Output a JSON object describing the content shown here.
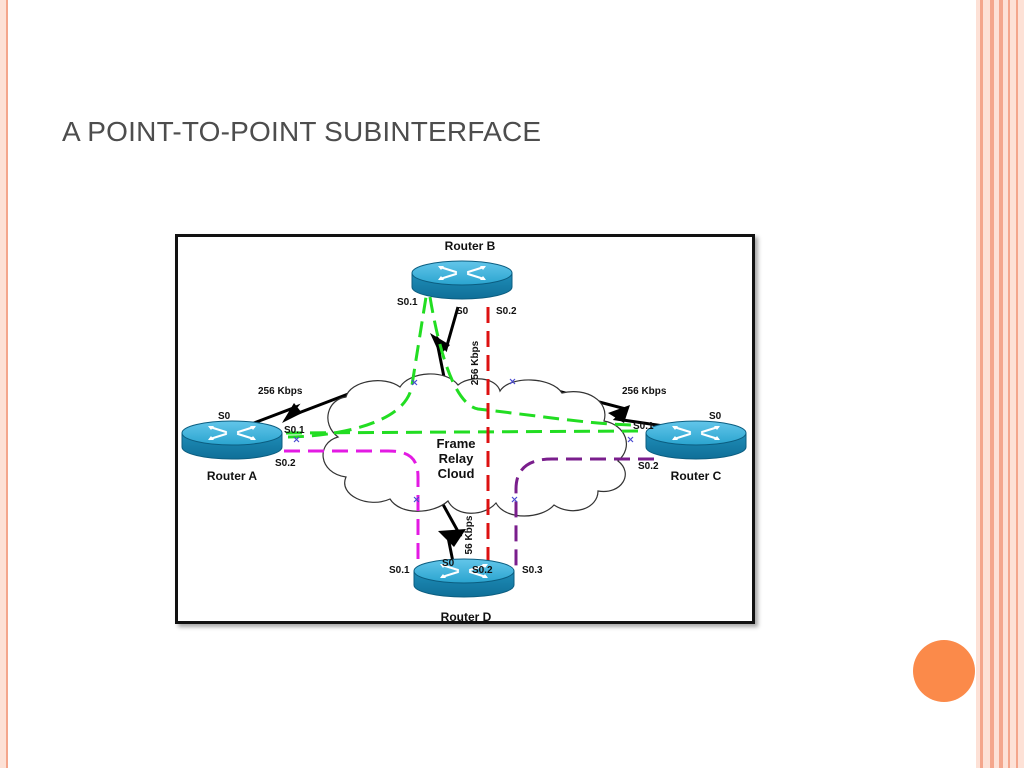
{
  "slide": {
    "title": "A POINT-TO-POINT SUBINTERFACE"
  },
  "colors": {
    "stripe_light": "#fde1d6",
    "stripe_mid": "#f9b8a3",
    "accent_circle": "#fb8a4a",
    "router_blue": "#2aa4cf",
    "green_link": "#22dd22",
    "red_link": "#dd1111",
    "magenta_link": "#e31ae3",
    "purple_link": "#7a1e8c"
  },
  "diagram": {
    "cloud_label_line1": "Frame",
    "cloud_label_line2": "Relay",
    "cloud_label_line3": "Cloud",
    "routers": {
      "a": {
        "name": "Router A",
        "s0": "S0",
        "s01": "S0.1",
        "s02": "S0.2",
        "link_speed": "256 Kbps"
      },
      "b": {
        "name": "Router B",
        "s0": "S0",
        "s01": "S0.1",
        "s02": "S0.2",
        "link_speed": "256 Kbps"
      },
      "c": {
        "name": "Router C",
        "s0": "S0",
        "s01": "S0.1",
        "s02": "S0.2",
        "link_speed": "256 Kbps"
      },
      "d": {
        "name": "Router D",
        "s0": "S0",
        "s01": "S0.1",
        "s02": "S0.2",
        "s03": "S0.3",
        "link_speed": "56 Kbps"
      }
    }
  }
}
